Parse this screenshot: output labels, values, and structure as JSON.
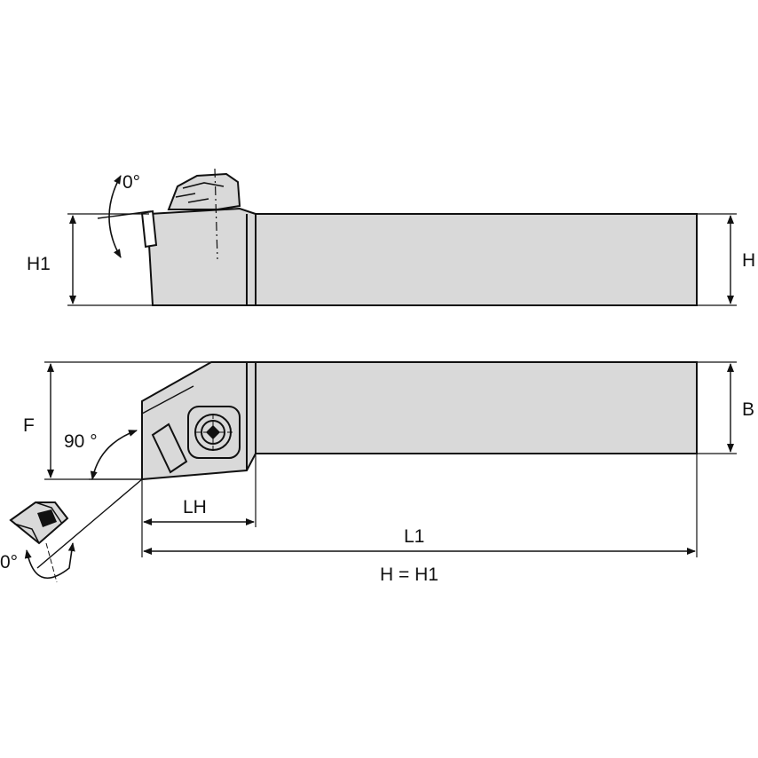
{
  "colors": {
    "body_fill": "#d9d9d9",
    "outline": "#111111",
    "background": "#ffffff"
  },
  "labels": {
    "h1": "H1",
    "h": "H",
    "f": "F",
    "b": "B",
    "lh": "LH",
    "l1": "L1",
    "h_equals_h1": "H = H1",
    "angle_top": "0°",
    "angle_90": "90 °",
    "angle_bottom": "0°"
  }
}
